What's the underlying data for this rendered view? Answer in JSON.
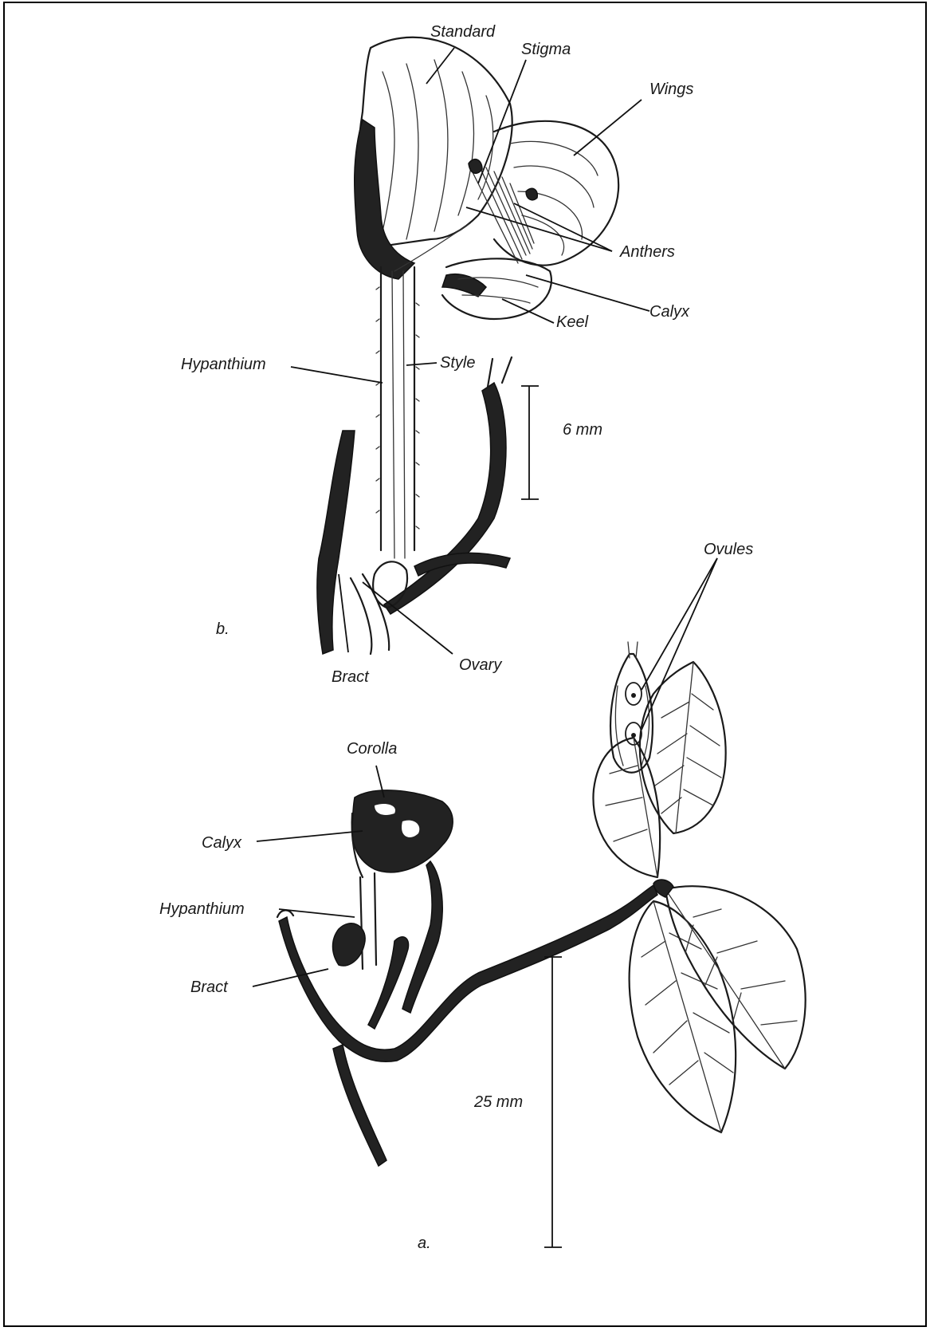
{
  "figure_b": {
    "labels": {
      "standard": "Standard",
      "stigma": "Stigma",
      "wings": "Wings",
      "anthers": "Anthers",
      "calyx": "Calyx",
      "keel": "Keel",
      "hypanthium": "Hypanthium",
      "style": "Style",
      "scale": "6 mm",
      "ovules": "Ovules",
      "panel": "b.",
      "bract": "Bract",
      "ovary": "Ovary"
    }
  },
  "figure_a": {
    "labels": {
      "corolla": "Corolla",
      "calyx": "Calyx",
      "hypanthium": "Hypanthium",
      "bract": "Bract",
      "scale": "25 mm",
      "panel": "a."
    }
  },
  "colors": {
    "ink": "#1a1a1a",
    "paper": "#ffffff"
  }
}
